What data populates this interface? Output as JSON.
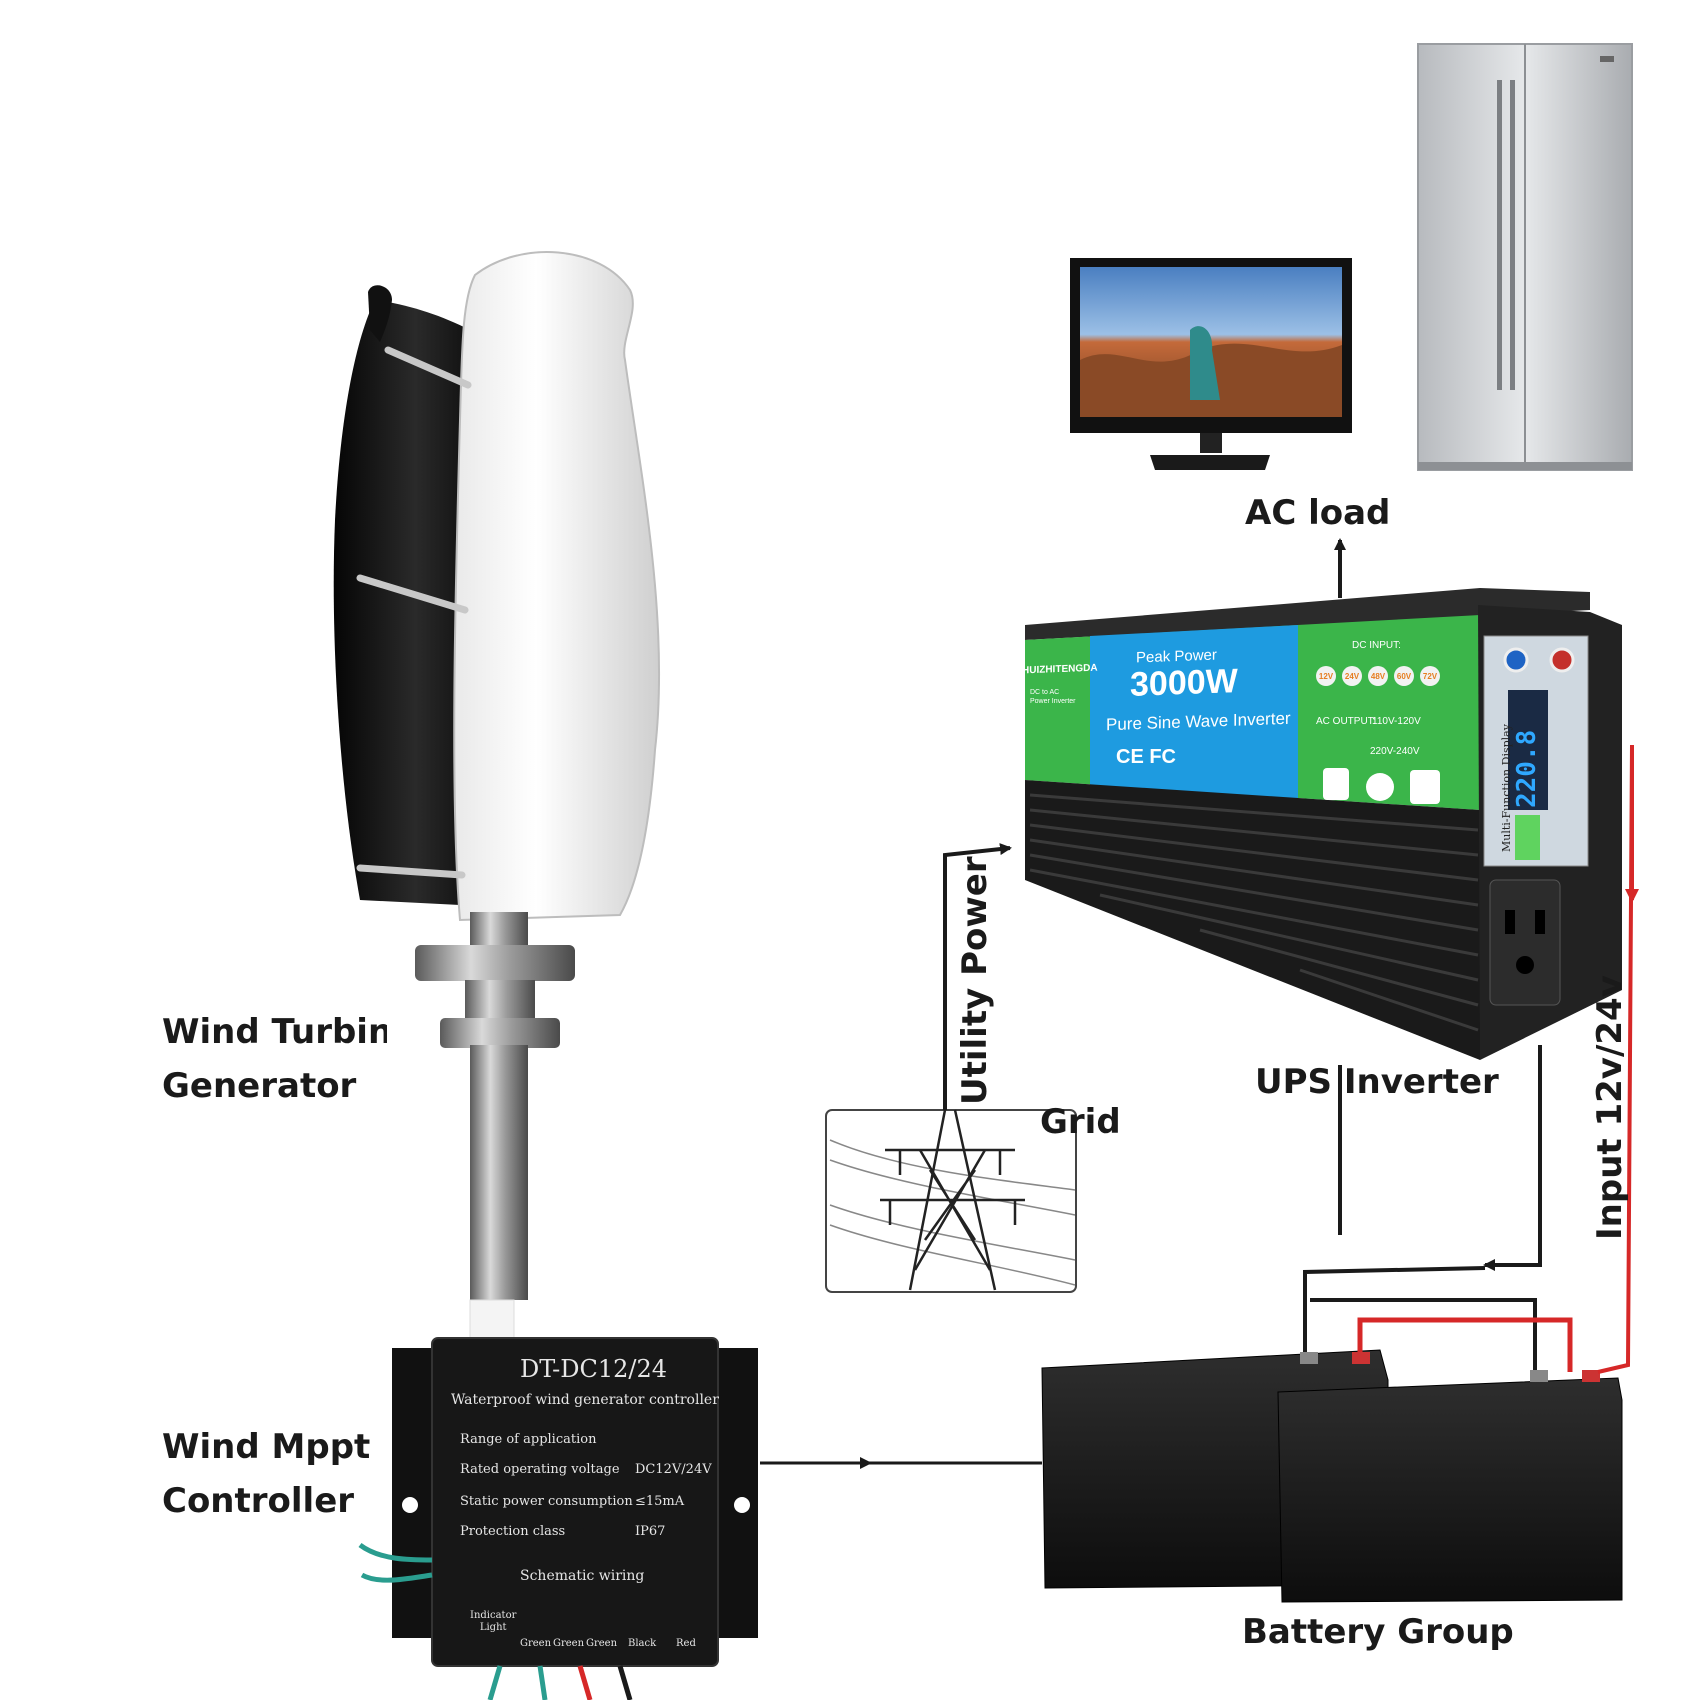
{
  "labels": {
    "wind_turbine": [
      "Wind Turbine",
      "Generator"
    ],
    "wind_mppt": [
      "Wind Mppt",
      "Controller"
    ],
    "ac_load": "AC load",
    "grid": "Grid",
    "utility_power": "Utility Power",
    "ups_inverter": "UPS Inverter",
    "input_voltage": "Input 12v/24v",
    "battery_group": "Battery Group"
  },
  "controller": {
    "model": "DT-DC12/24",
    "subtitle": "Waterproof wind generator controller",
    "rows": [
      {
        "key": "Range of application",
        "val": ""
      },
      {
        "key": "Rated operating voltage",
        "val": "DC12V/24V"
      },
      {
        "key": "Static power consumption",
        "val": "≤15mA"
      },
      {
        "key": "Protection class",
        "val": "IP67"
      }
    ],
    "wiring_title": "Schematic wiring",
    "indicator": [
      "Indicator",
      "Light"
    ],
    "terminals": [
      "Green",
      "Green",
      "Green",
      "Black",
      "Red"
    ]
  },
  "inverter": {
    "brand": "HUIZHITENGDA",
    "brand_sub": [
      "DC to AC",
      "Power Inverter"
    ],
    "peak": "Peak Power",
    "watt": "3000W",
    "wave": "Pure Sine Wave Inverter",
    "certs": "CE FC",
    "dc_input_title": "DC INPUT:",
    "dc_inputs": [
      "12V",
      "24V",
      "48V",
      "60V",
      "72V"
    ],
    "ac_output_title": "AC OUTPUT:",
    "ac_outputs": [
      "110V-120V",
      "220V-240V"
    ],
    "display_title": "Multi-Function Display",
    "display_value": "220.8"
  },
  "colors": {
    "inverter_green": "#3bb54a",
    "inverter_blue": "#1e9be0",
    "wire_black": "#1a1a1a",
    "wire_red": "#d62828",
    "battery": "#1c1c1c",
    "fridge": "#c9ccd0"
  }
}
